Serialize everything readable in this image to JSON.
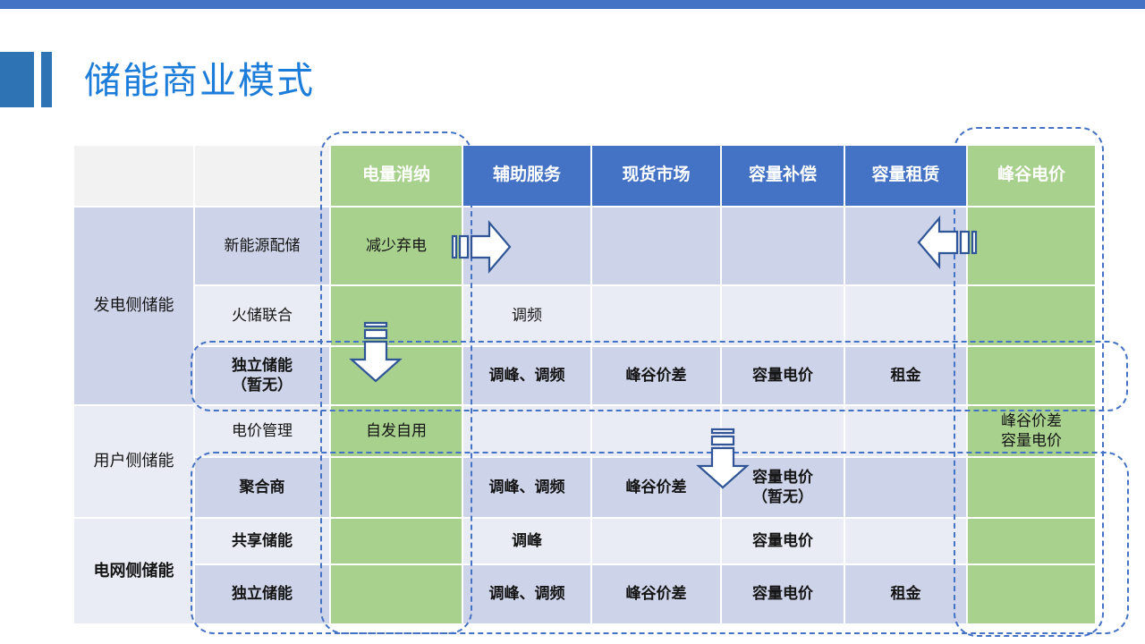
{
  "title": "储能商业模式",
  "colors": {
    "top_bar_blue": "#4472C4",
    "title_blue": "#1B7CD9",
    "accent_square_blue": "#2E74B5",
    "header_blue": "#4472C4",
    "highlight_green": "#A9D18E",
    "row_dark_lavender": "#CDD3E8",
    "row_light_lavender": "#E9EBF5",
    "header_gray": "#F2F2F2",
    "dashed_border_blue": "#4472C4",
    "arrow_outline_blue": "#2F5597"
  },
  "icons": {
    "arrow_right": "striped-arrow-right",
    "arrow_left": "striped-arrow-left",
    "arrow_down": "striped-arrow-down"
  },
  "table": {
    "corner1": "",
    "corner2": "",
    "headers": {
      "consumption": "电量消纳",
      "ancillary": "辅助服务",
      "spot_market": "现货市场",
      "capacity_compensation": "容量补偿",
      "capacity_lease": "容量租赁",
      "peak_valley_price": "峰谷电价"
    },
    "groups": {
      "generation_side": "发电侧储能",
      "user_side": "用户侧储能",
      "grid_side": "电网侧储能"
    },
    "rows": [
      {
        "label": "新能源配储",
        "c2": "减少弃电",
        "c3": "",
        "c4": "",
        "c5": "",
        "c6": "",
        "c7": ""
      },
      {
        "label": "火储联合",
        "c2": "",
        "c3": "调频",
        "c4": "",
        "c5": "",
        "c6": "",
        "c7": ""
      },
      {
        "label": "独立储能\n（暂无）",
        "c2": "",
        "c3": "调峰、调频",
        "c4": "峰谷价差",
        "c5": "容量电价",
        "c6": "租金",
        "c7": ""
      },
      {
        "label": "电价管理",
        "c2": "自发自用",
        "c3": "",
        "c4": "",
        "c5": "",
        "c6": "",
        "c7": "峰谷价差\n容量电价"
      },
      {
        "label": "聚合商",
        "c2": "",
        "c3": "调峰、调频",
        "c4": "峰谷价差",
        "c5": "容量电价\n（暂无）",
        "c6": "",
        "c7": ""
      },
      {
        "label": "共享储能",
        "c2": "",
        "c3": "调峰",
        "c4": "",
        "c5": "容量电价",
        "c6": "",
        "c7": ""
      },
      {
        "label": "独立储能",
        "c2": "",
        "c3": "调峰、调频",
        "c4": "峰谷价差",
        "c5": "容量电价",
        "c6": "租金",
        "c7": ""
      }
    ]
  }
}
